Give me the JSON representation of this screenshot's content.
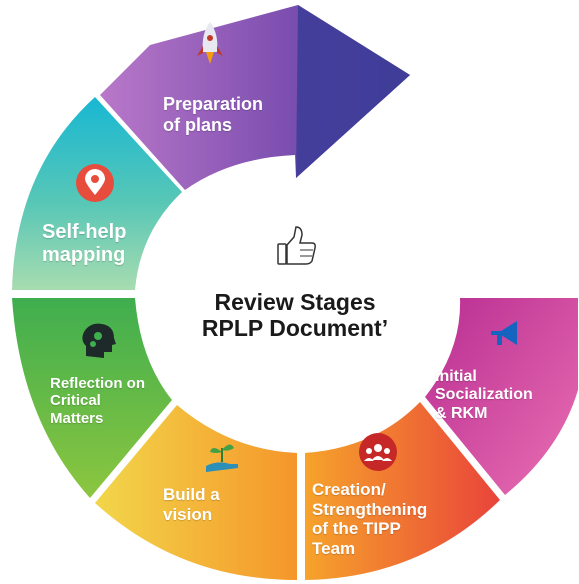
{
  "center": {
    "line1": "Review Stages",
    "line2": "RPLP Document’",
    "icon": "thumbs-up-icon"
  },
  "stages": [
    {
      "line1": "Preparation",
      "line2": "of plans",
      "icon": "rocket-icon",
      "color": "#9b59b6",
      "accent": "#4a3a9a"
    },
    {
      "line1": "Self-help",
      "line2": "mapping",
      "icon": "location-pin-icon",
      "color": "#3cc4c8",
      "accent": "#8fd3b8"
    },
    {
      "line1": "Reflection on",
      "line2": "Critical",
      "line3": "Matters",
      "icon": "head-gears-icon",
      "color": "#5cb85c",
      "accent": "#8bc34a"
    },
    {
      "line1": "Build a",
      "line2": "vision",
      "icon": "plant-in-hand-icon",
      "color": "#f0c43a",
      "accent": "#f5a623"
    },
    {
      "line1": "Creation/",
      "line2": "Strengthening",
      "line3": "of the TIPP",
      "line4": "Team",
      "icon": "team-icon",
      "color": "#f39c30",
      "accent": "#ea4a3c"
    },
    {
      "line1": "Initial",
      "line2": "Socialization",
      "line3": "& RKM",
      "icon": "megaphone-icon",
      "color": "#d63aa0",
      "accent": "#e873b8"
    }
  ]
}
